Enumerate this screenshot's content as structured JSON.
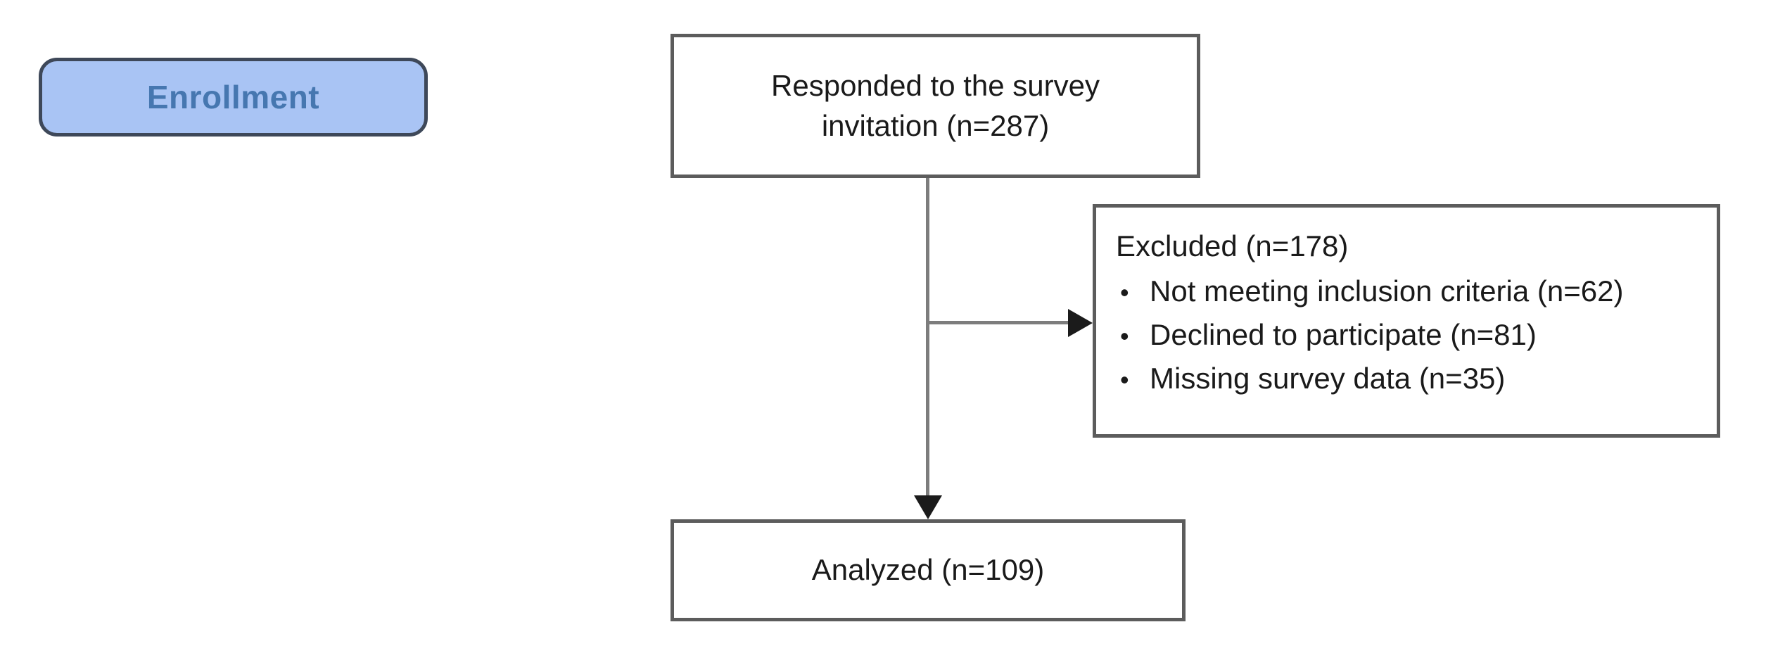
{
  "diagram": {
    "type": "consort-flowchart",
    "background_color": "#ffffff",
    "box_border_color": "#5c5c5c",
    "arrow_shaft_color": "#7d7d7d",
    "arrowhead_color": "#1b1b1b",
    "enrollment_label": {
      "text": "Enrollment",
      "fill_color": "#a9c4f4",
      "border_color": "#3e4859",
      "text_color": "#4677b0"
    },
    "nodes": {
      "responded": {
        "lines": [
          "Responded to the survey",
          "invitation (n=287)"
        ],
        "n": 287
      },
      "excluded": {
        "title": "Excluded (n=178)",
        "n": 178,
        "bullet_glyph": "•",
        "bullets": [
          "Not meeting inclusion criteria (n=62)",
          "Declined to participate (n=81)",
          "Missing survey data (n=35)"
        ],
        "bullet_ns": [
          62,
          81,
          35
        ]
      },
      "analyzed": {
        "text": "Analyzed (n=109)",
        "n": 109
      }
    }
  }
}
